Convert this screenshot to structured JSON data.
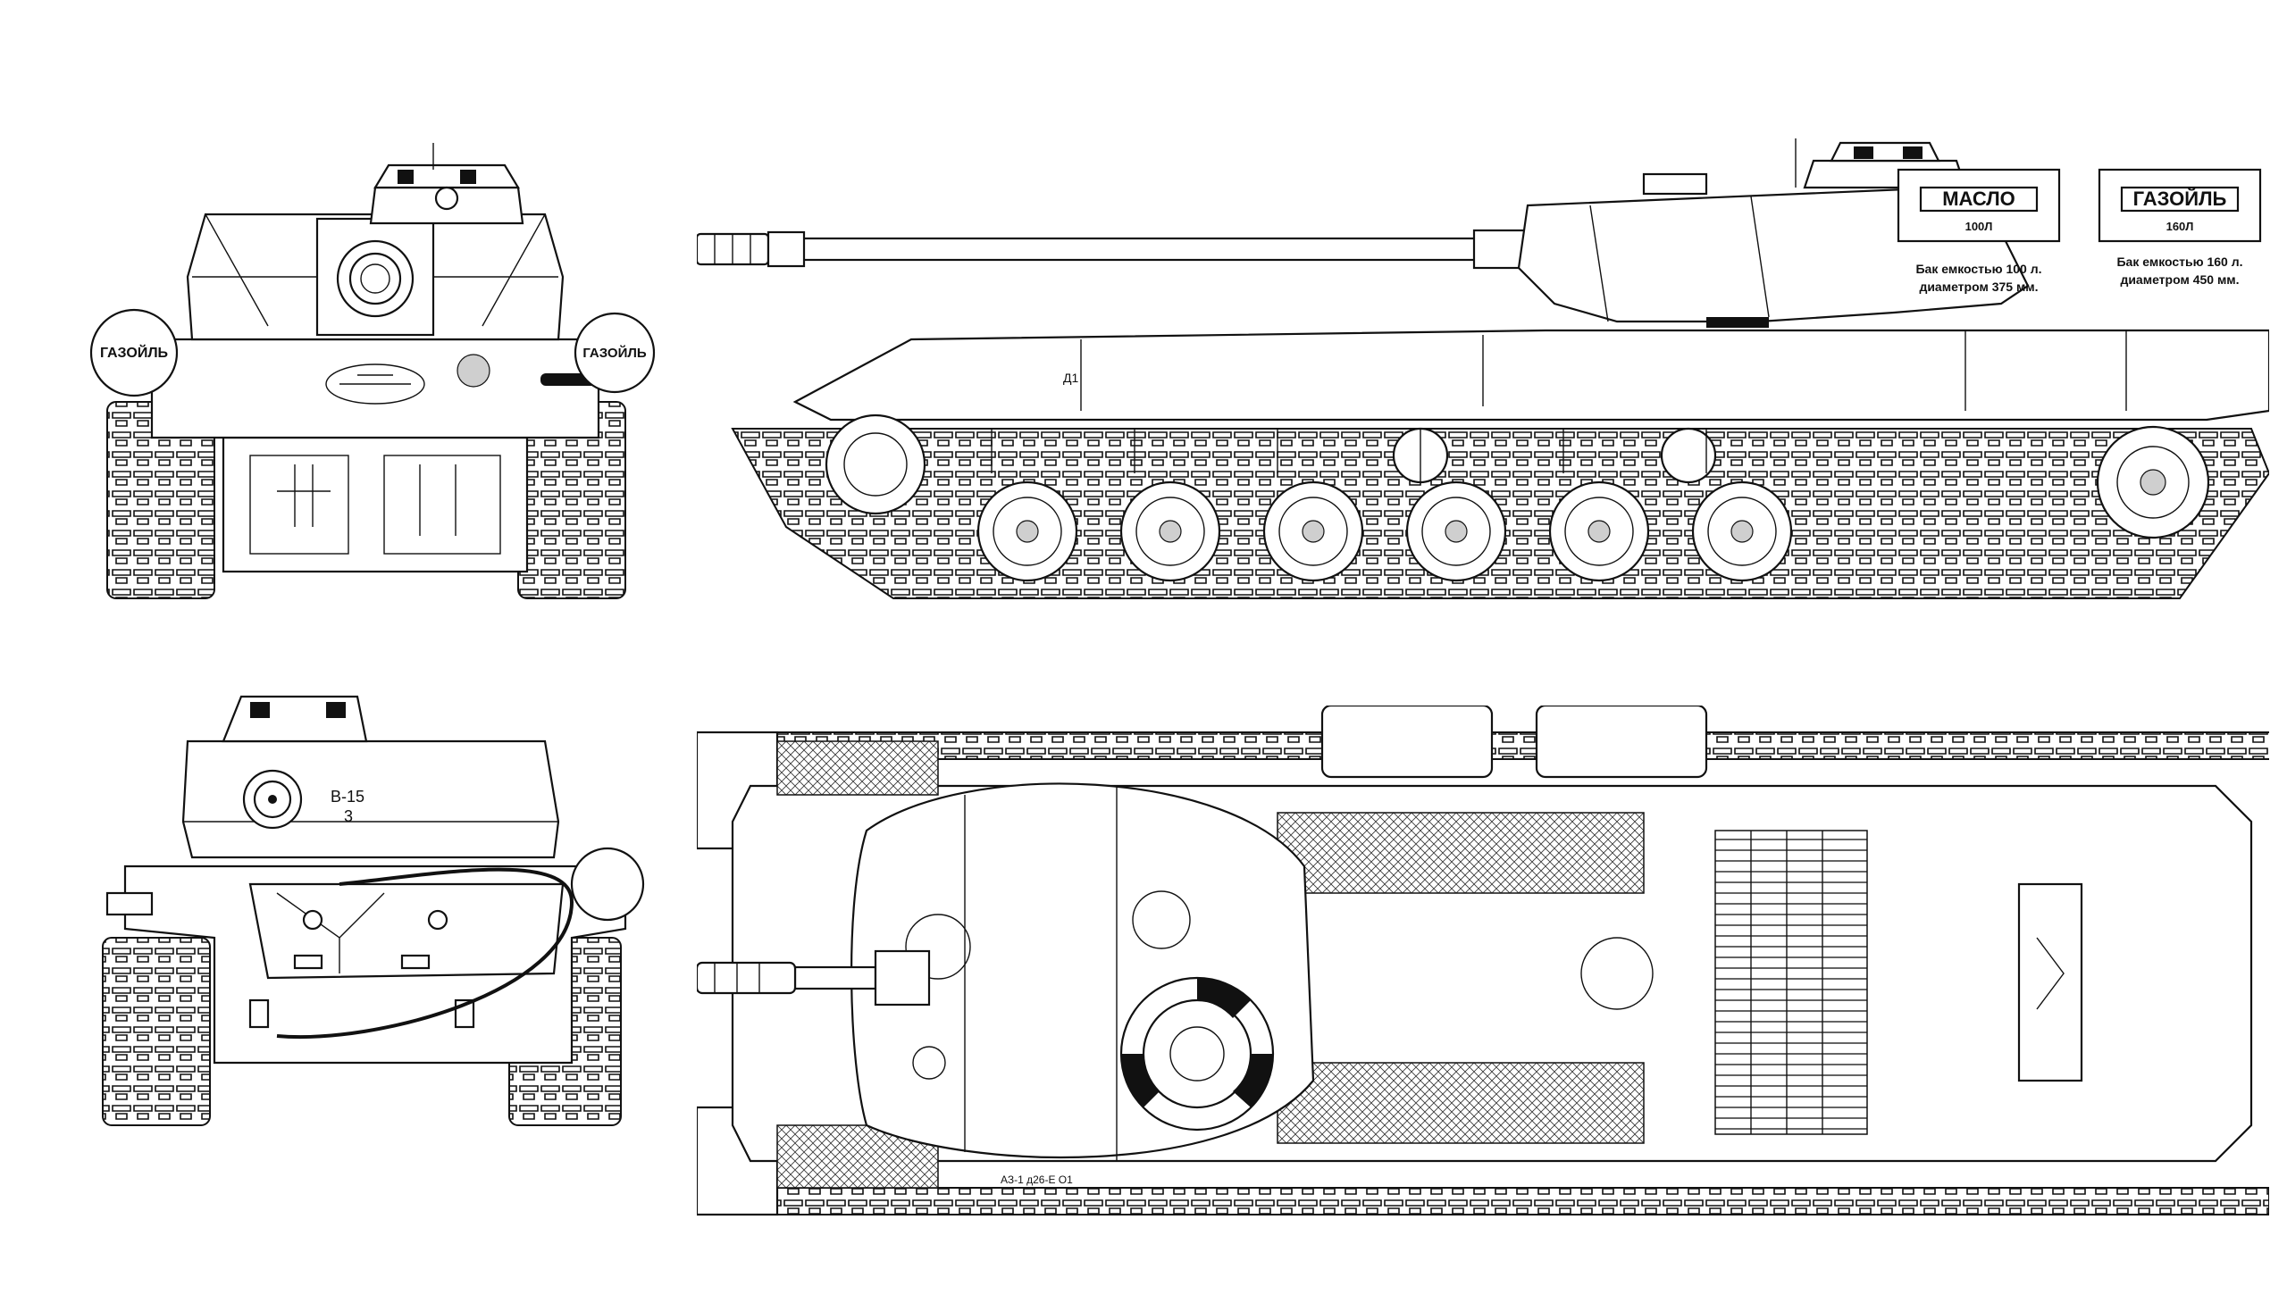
{
  "front_view": {
    "fuel_drum_left_label": "ГАЗОЙЛЬ",
    "fuel_drum_right_label": "ГАЗОЙЛЬ"
  },
  "rear_view": {
    "turret_marking_line1": "В-15",
    "turret_marking_line2": "3"
  },
  "side_view": {
    "hull_marking": "Д1"
  },
  "top_view": {
    "deck_marking": "АЗ-1 д26-Е О1"
  },
  "legend": {
    "oil_tank": {
      "name": "МАСЛО",
      "capacity": "100Л",
      "caption_line1": "Бак емкостью 100 л.",
      "caption_line2": "диаметром 375 мм."
    },
    "fuel_tank": {
      "name": "ГАЗОЙЛЬ",
      "capacity": "160Л",
      "caption_line1": "Бак емкостью 160 л.",
      "caption_line2": "диаметром 450 мм."
    }
  },
  "colors": {
    "line": "#111111",
    "background": "#ffffff"
  }
}
